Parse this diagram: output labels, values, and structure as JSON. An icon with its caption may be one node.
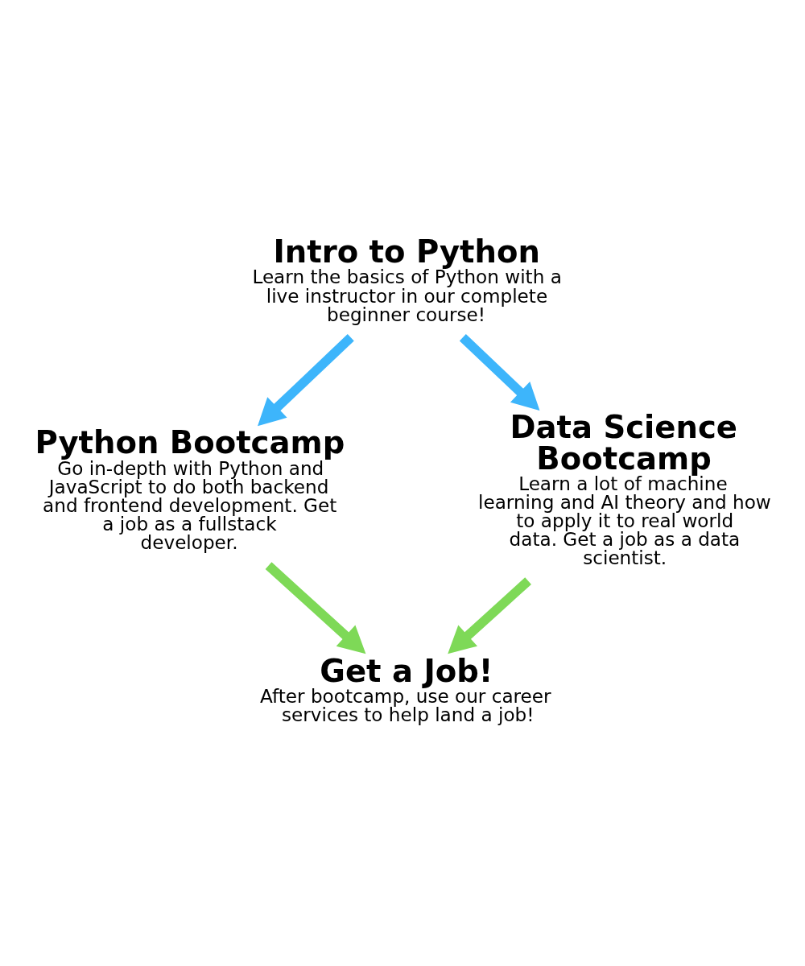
{
  "diagram": {
    "nodes": [
      {
        "text": [
          "Intro to Python",
          "Learn the basics of Python with a live instructor in our complete beginner course!"
        ]
      },
      {
        "text": [
          "Python Bootcamp",
          "Go in-depth with Python and JavaScript to do both backend and frontend development. Get a job as a fullstack developer."
        ]
      },
      {
        "text": [
          "Data Science Bootcamp",
          "Learn a lot of machine learning and AI theory and how to apply it to real world data. Get a job as a data scientist."
        ]
      },
      {
        "text": [
          "Get a Job!",
          "After bootcamp, use our career services to help land a job!"
        ]
      }
    ],
    "edges": [
      {
        "from": 0,
        "to": 1,
        "arrow": "to",
        "color": "#3db5fb"
      },
      {
        "from": 0,
        "to": 2,
        "arrow": "to",
        "color": "#3db5fb"
      },
      {
        "from": 1,
        "to": 3,
        "arrow": "to",
        "color": "#7ed957"
      },
      {
        "from": 2,
        "to": 3,
        "arrow": "to",
        "color": "#7ed957"
      }
    ]
  }
}
